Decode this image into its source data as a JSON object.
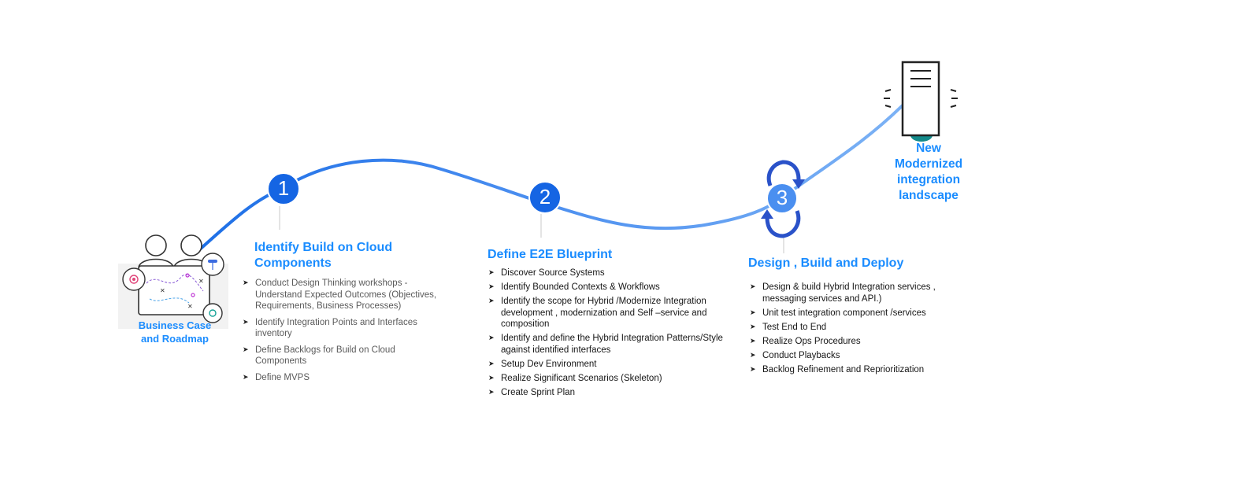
{
  "start": {
    "label_line1": "Business Case",
    "label_line2": "and Roadmap"
  },
  "end": {
    "label_lines": [
      "New",
      "Modernized",
      "integration",
      "landscape"
    ]
  },
  "phases": [
    {
      "number": "1",
      "title_line1": "Identify Build on Cloud",
      "title_line2": "Components",
      "items": [
        " Conduct Design Thinking workshops - Understand Expected Outcomes (Objectives, Requirements, Business Processes)",
        "Identify Integration Points and Interfaces inventory",
        "Define Backlogs for Build on Cloud Components",
        "Define MVPS"
      ]
    },
    {
      "number": "2",
      "title_line1": "Define E2E Blueprint",
      "items": [
        "Discover Source Systems",
        "Identify Bounded Contexts & Workflows",
        "Identify the scope for Hybrid /Modernize Integration development , modernization and  Self –service and composition",
        "Identify and define the  Hybrid Integration Patterns/Style  against  identified interfaces",
        "Setup Dev Environment",
        "Realize Significant Scenarios (Skeleton)",
        "Create Sprint Plan"
      ]
    },
    {
      "number": "3",
      "title_line1": "Design , Build and Deploy",
      "items": [
        "Design & build Hybrid  Integration services , messaging services and API.)",
        "Unit test integration component /services",
        "Test End to End",
        "Realize Ops Procedures",
        "Conduct Playbacks",
        "Backlog Refinement and Reprioritization"
      ]
    }
  ],
  "colors": {
    "accent": "#1a8cff",
    "path_dark": "#2172e8",
    "path_light": "#6aa8f5",
    "step_circle": "#1565e3",
    "step3_circle": "#4a8ff0",
    "cycle_arrows": "#2a52c9"
  }
}
